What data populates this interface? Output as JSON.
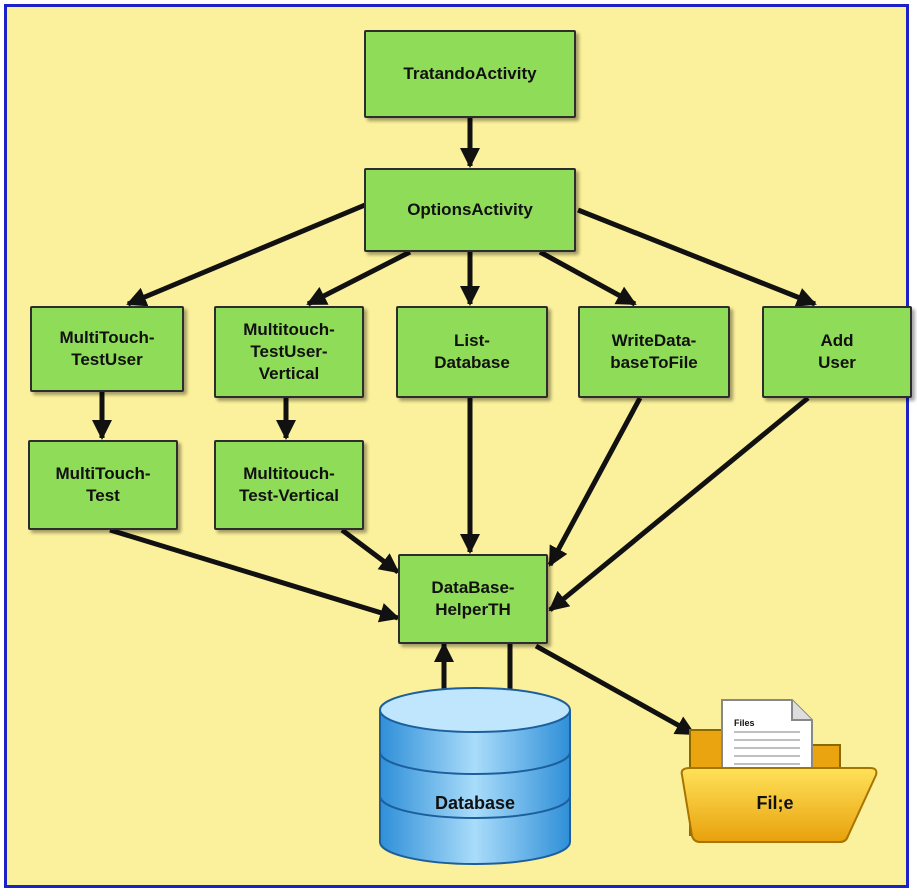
{
  "nodes": {
    "tratando": "TratandoActivity",
    "options": "OptionsActivity",
    "mt_testuser": "MultiTouch-\nTestUser",
    "mt_testuser_vertical": "Multitouch-\nTestUser-\nVertical",
    "list_database": "List-\nDatabase",
    "write_db": "WriteData-\nbaseToFile",
    "add_user": "Add\nUser",
    "mt_test": "MultiTouch-\nTest",
    "mt_test_vertical": "Multitouch-\nTest-Vertical",
    "db_helper": "DataBase-\nHelperTH"
  },
  "database_label": "Database",
  "file_label": "Fil;e",
  "file_doc_title": "Files",
  "colors": {
    "background": "#fbf09b",
    "border": "#1a22c8",
    "box_fill": "#8fdc58",
    "database_fill": "#5ab4ec",
    "folder_fill": "#f7c21a"
  }
}
